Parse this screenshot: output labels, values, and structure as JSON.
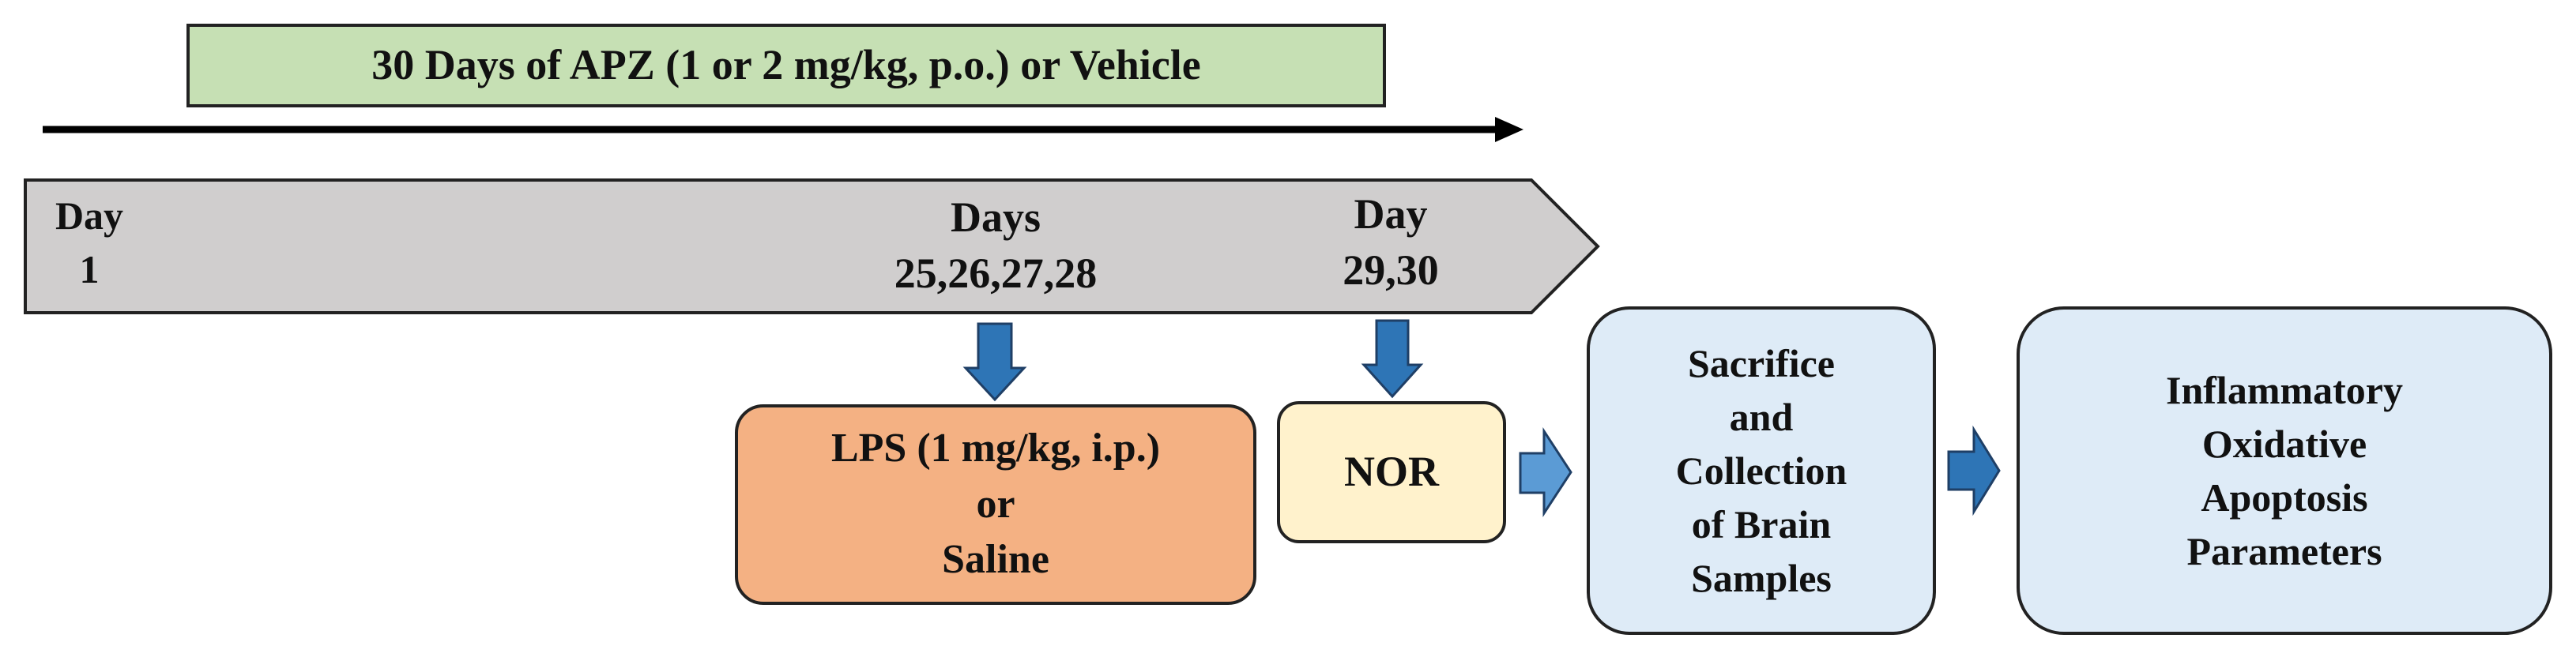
{
  "treatment": {
    "label": "30 Days of APZ (1 or 2 mg/kg, p.o.) or Vehicle"
  },
  "timeline": {
    "day1": "Day\n1",
    "days_lps": "Days\n25,26,27,28",
    "days_nor": "Day\n29,30"
  },
  "boxes": {
    "lps": "LPS (1 mg/kg, i.p.)\nor\nSaline",
    "nor": "NOR",
    "sacrifice": "Sacrifice\nand\nCollection\nof Brain\nSamples",
    "parameters": "Inflammatory\nOxidative\nApoptosis\nParameters"
  },
  "colors": {
    "treatment_fill": "#c6e0b4",
    "timeline_fill": "#d0cece",
    "lps_fill": "#f4b183",
    "nor_fill": "#fff2cc",
    "outcome_fill": "#deebf7",
    "arrow_fill": "#2e75b6",
    "block_arrow_fill": "#5b9bd5"
  }
}
